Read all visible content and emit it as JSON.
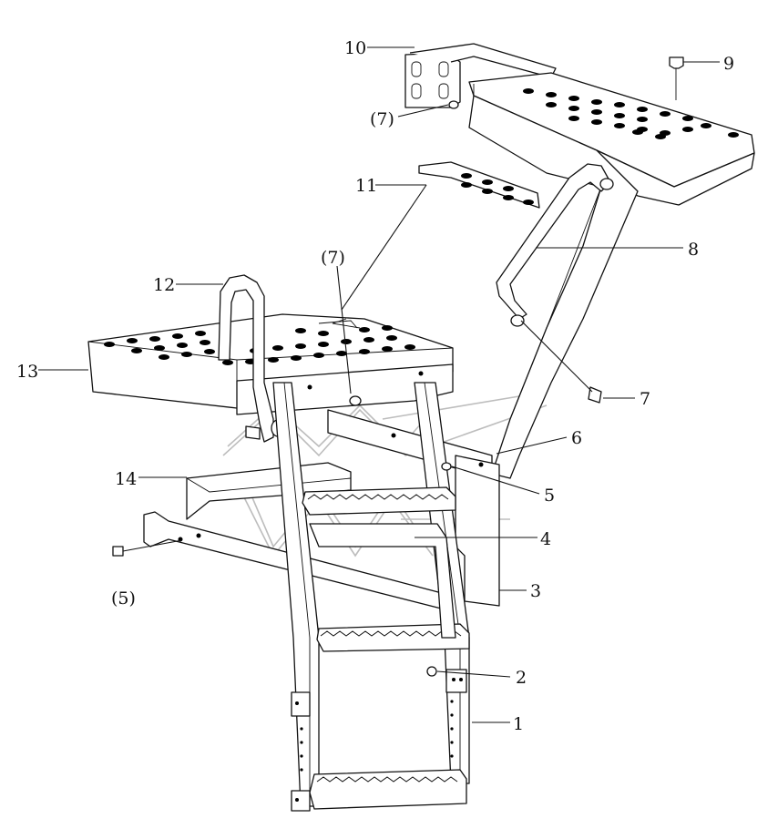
{
  "diagram": {
    "callouts": [
      {
        "id": "c10",
        "text": "10"
      },
      {
        "id": "c9",
        "text": "9"
      },
      {
        "id": "c7a",
        "text": "(7)"
      },
      {
        "id": "c11",
        "text": "11"
      },
      {
        "id": "c8",
        "text": "8"
      },
      {
        "id": "c7b",
        "text": "(7)"
      },
      {
        "id": "c12",
        "text": "12"
      },
      {
        "id": "c13",
        "text": "13"
      },
      {
        "id": "c7c",
        "text": "7"
      },
      {
        "id": "c6",
        "text": "6"
      },
      {
        "id": "c14",
        "text": "14"
      },
      {
        "id": "c5",
        "text": "5"
      },
      {
        "id": "c4",
        "text": "4"
      },
      {
        "id": "c5b",
        "text": "(5)"
      },
      {
        "id": "c3",
        "text": "3"
      },
      {
        "id": "c2",
        "text": "2"
      },
      {
        "id": "c1",
        "text": "1"
      }
    ]
  }
}
